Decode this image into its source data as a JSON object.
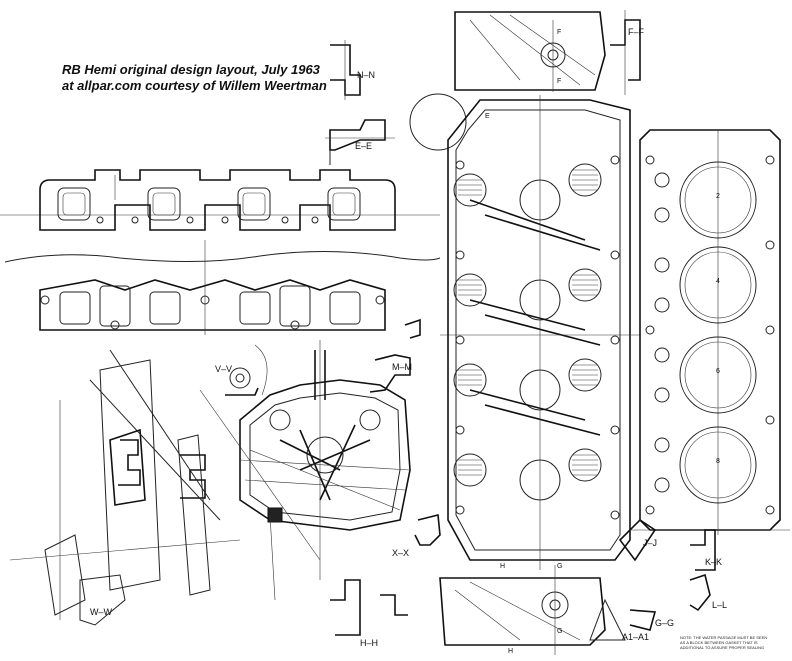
{
  "caption": {
    "line1": "RB Hemi original design layout, July 1963",
    "line2": "at allpar.com courtesy of Willem Weertman"
  },
  "section_labels": {
    "nn": "N–N",
    "ff": "F–F",
    "f_top": "F",
    "f_bottom": "F",
    "ee": "E–E",
    "e_mark": "E",
    "vv": "V–V",
    "mm": "M–M",
    "xx": "X–X",
    "ww": "W–W",
    "hh": "H–H",
    "h_mark": "H",
    "h_mark2": "H",
    "g_mark": "G",
    "g_mark2": "G",
    "jj": "J–J",
    "kk": "K–K",
    "ll": "L–L",
    "gg": "G–G",
    "a1a1": "A1–A1"
  },
  "cylinder_numbers": [
    "2",
    "4",
    "6",
    "8"
  ],
  "note_text": "NOTE: THE WATER PASSAGE MUST BE SEEN AS A BLOCK BETWEEN GASKET THAT IS ADDITIONAL TO ASSURE PROPER SEALING"
}
